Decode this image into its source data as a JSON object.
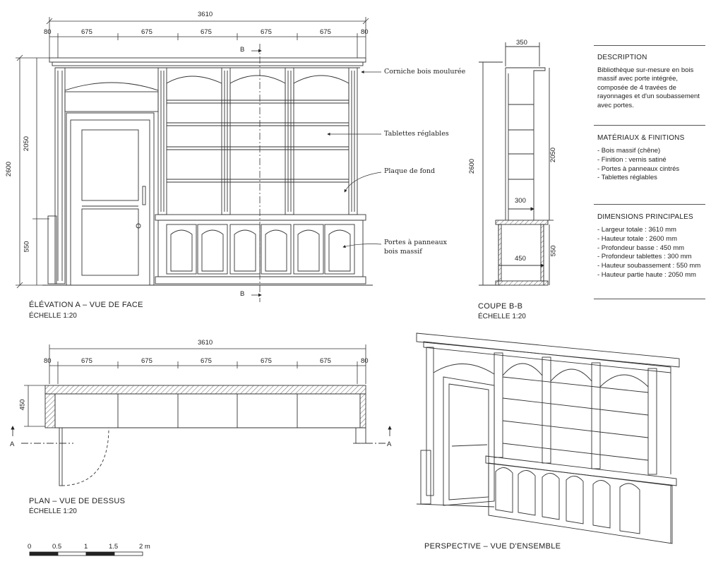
{
  "elevation": {
    "title": "ÉLÉVATION A – VUE DE FACE",
    "scale": "ÉCHELLE 1:20",
    "overall_width": "3610",
    "bay_widths": [
      "80",
      "675",
      "675",
      "675",
      "675",
      "675",
      "80"
    ],
    "height_total": "2600",
    "height_upper": "2050",
    "height_lower": "550",
    "section_marker": "B",
    "callouts": {
      "cornice": "Corniche bois moulurée",
      "shelves": "Tablettes réglables",
      "back_panel": "Plaque de fond",
      "doors_line1": "Portes à panneaux",
      "doors_line2": "bois massif"
    }
  },
  "section": {
    "title": "COUPE B-B",
    "scale": "ÉCHELLE 1:20",
    "depth_top": "350",
    "height_total": "2600",
    "height_upper": "2050",
    "height_lower": "550",
    "shelf_depth": "300",
    "base_depth": "450"
  },
  "plan": {
    "title": "PLAN – VUE DE DESSUS",
    "scale": "ÉCHELLE 1:20",
    "overall_width": "3610",
    "bay_widths": [
      "80",
      "675",
      "675",
      "675",
      "675",
      "675",
      "80"
    ],
    "depth": "450",
    "section_marker": "A"
  },
  "perspective": {
    "title": "PERSPECTIVE – VUE D'ENSEMBLE"
  },
  "scale_bar": {
    "labels": [
      "0",
      "0.5",
      "1",
      "1.5",
      "2 m"
    ]
  },
  "description": {
    "heading": "DESCRIPTION",
    "text": "Bibliothèque sur-mesure en bois\nmassif avec porte intégrée,\ncomposée de 4 travées de\nrayonnages et d'un soubassement\navec portes."
  },
  "materials": {
    "heading": "MATÉRIAUX & FINITIONS",
    "items": [
      "- Bois massif (chêne)",
      "- Finition : vernis satiné",
      "- Portes à panneaux cintrés",
      "- Tablettes réglables"
    ]
  },
  "dimensions": {
    "heading": "DIMENSIONS PRINCIPALES",
    "items": [
      "- Largeur totale : 3610 mm",
      "- Hauteur totale : 2600 mm",
      "- Profondeur basse : 450 mm",
      "- Profondeur tablettes : 300 mm",
      "- Hauteur soubassement : 550 mm",
      "- Hauteur partie haute : 2050 mm"
    ]
  }
}
